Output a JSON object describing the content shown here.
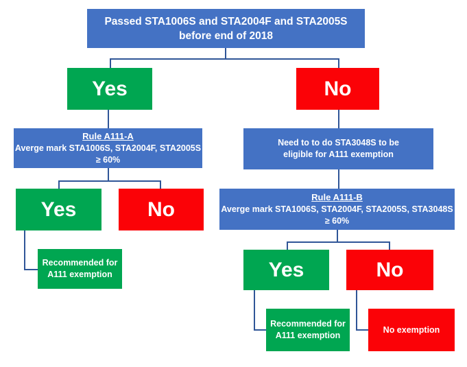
{
  "diagram": {
    "type": "decision-tree-flowchart",
    "colors": {
      "node_blue": "#4472C4",
      "node_green": "#00A651",
      "node_red": "#FB0207",
      "connector": "#2F5597",
      "text": "#FFFFFF",
      "background": "#FFFFFF"
    },
    "nodes": {
      "root": {
        "label": "Passed STA1006S and STA2004F and STA2005S before end of 2018"
      },
      "yes1": {
        "label": "Yes"
      },
      "no1": {
        "label": "No"
      },
      "ruleA": {
        "heading": "Rule A111-A",
        "criteria": "Averge mark STA1006S, STA2004F, STA2005S",
        "threshold": "≥ 60%"
      },
      "need": {
        "label": "Need to to do STA3048S to be eligible for A111 exemption"
      },
      "yes2_left": {
        "label": "Yes"
      },
      "no2_left": {
        "label": "No"
      },
      "ruleB": {
        "heading": "Rule A111-B",
        "criteria": "Averge mark STA1006S, STA2004F, STA2005S, STA3048S",
        "threshold": "≥ 60%"
      },
      "recommended_left": {
        "label": "Recommended for A111 exemption"
      },
      "yes2_right": {
        "label": "Yes"
      },
      "no2_right": {
        "label": "No"
      },
      "recommended_right": {
        "label": "Recommended for A111 exemption"
      },
      "no_exemption": {
        "label": "No exemption"
      }
    }
  }
}
